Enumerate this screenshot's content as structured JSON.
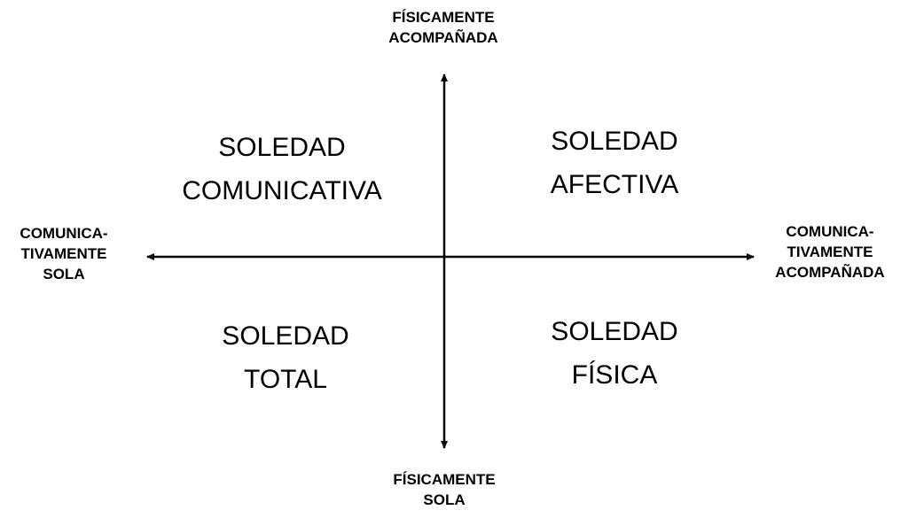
{
  "axes": {
    "top": [
      "FÍSICAMENTE",
      "ACOMPAÑADA"
    ],
    "bottom": [
      "FÍSICAMENTE",
      "SOLA"
    ],
    "left": [
      "COMUNICA-",
      "TIVAMENTE",
      "SOLA"
    ],
    "right": [
      "COMUNICA-",
      "TIVAMENTE",
      "ACOMPAÑADA"
    ]
  },
  "quadrants": {
    "top_left": [
      "SOLEDAD",
      "COMUNICATIVA"
    ],
    "top_right": [
      "SOLEDAD",
      "AFECTIVA"
    ],
    "bottom_left": [
      "SOLEDAD",
      "TOTAL"
    ],
    "bottom_right": [
      "SOLEDAD",
      "FÍSICA"
    ]
  }
}
